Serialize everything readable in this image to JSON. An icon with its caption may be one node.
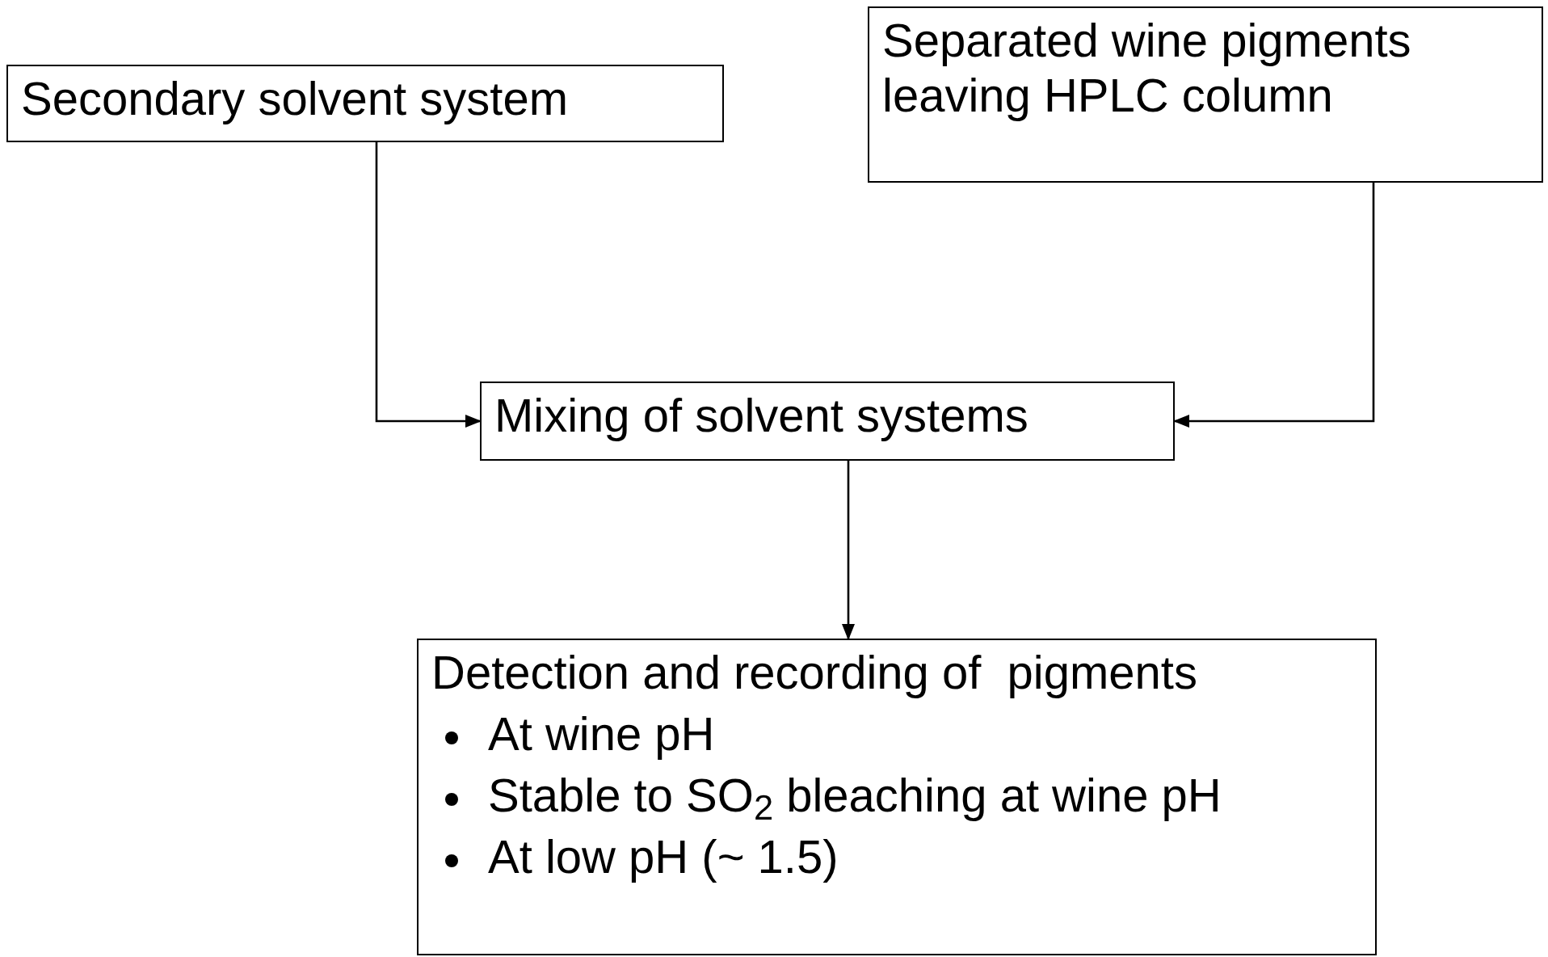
{
  "diagram": {
    "nodes": [
      {
        "text": [
          "Secondary solvent system"
        ]
      },
      {
        "text": [
          "Separated wine pigments leaving HPLC column"
        ]
      },
      {
        "text": [
          "Mixing of solvent systems"
        ]
      },
      {
        "text": [
          "Detection and recording of  pigments",
          "At wine pH",
          "Stable to SO$_{2}$ bleaching at wine pH",
          "At low pH (~ 1.5)"
        ]
      }
    ],
    "edges": [
      {
        "from": 0,
        "to": 2,
        "arrow": "to"
      },
      {
        "from": 1,
        "to": 2,
        "arrow": "to"
      },
      {
        "from": 2,
        "to": 3,
        "arrow": "to"
      }
    ]
  }
}
